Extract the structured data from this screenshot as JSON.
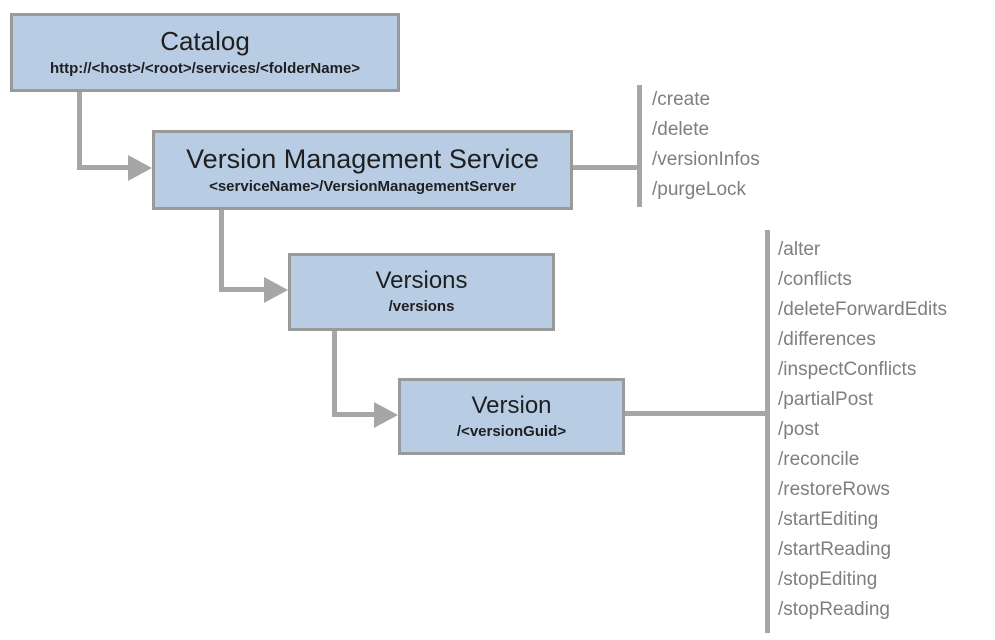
{
  "diagram": {
    "nodes": {
      "catalog": {
        "title": "Catalog",
        "subtitle": "http://<host>/<root>/services/<folderName>"
      },
      "version_management_service": {
        "title": "Version Management Service",
        "subtitle": "<serviceName>/VersionManagementServer"
      },
      "versions": {
        "title": "Versions",
        "subtitle": "/versions"
      },
      "version": {
        "title": "Version",
        "subtitle": "/<versionGuid>"
      }
    },
    "vms_operations": [
      "/create",
      "/delete",
      "/versionInfos",
      "/purgeLock"
    ],
    "version_operations": [
      "/alter",
      "/conflicts",
      "/deleteForwardEdits",
      "/differences",
      "/inspectConflicts",
      "/partialPost",
      "/post",
      "/reconcile",
      "/restoreRows",
      "/startEditing",
      "/startReading",
      "/stopEditing",
      "/stopReading"
    ]
  },
  "colors": {
    "node_fill": "#b8cce4",
    "node_border": "#9a9a9a",
    "connector": "#a6a6a6",
    "operation_text": "#7f7f7f",
    "node_text": "#1f1f1f"
  }
}
